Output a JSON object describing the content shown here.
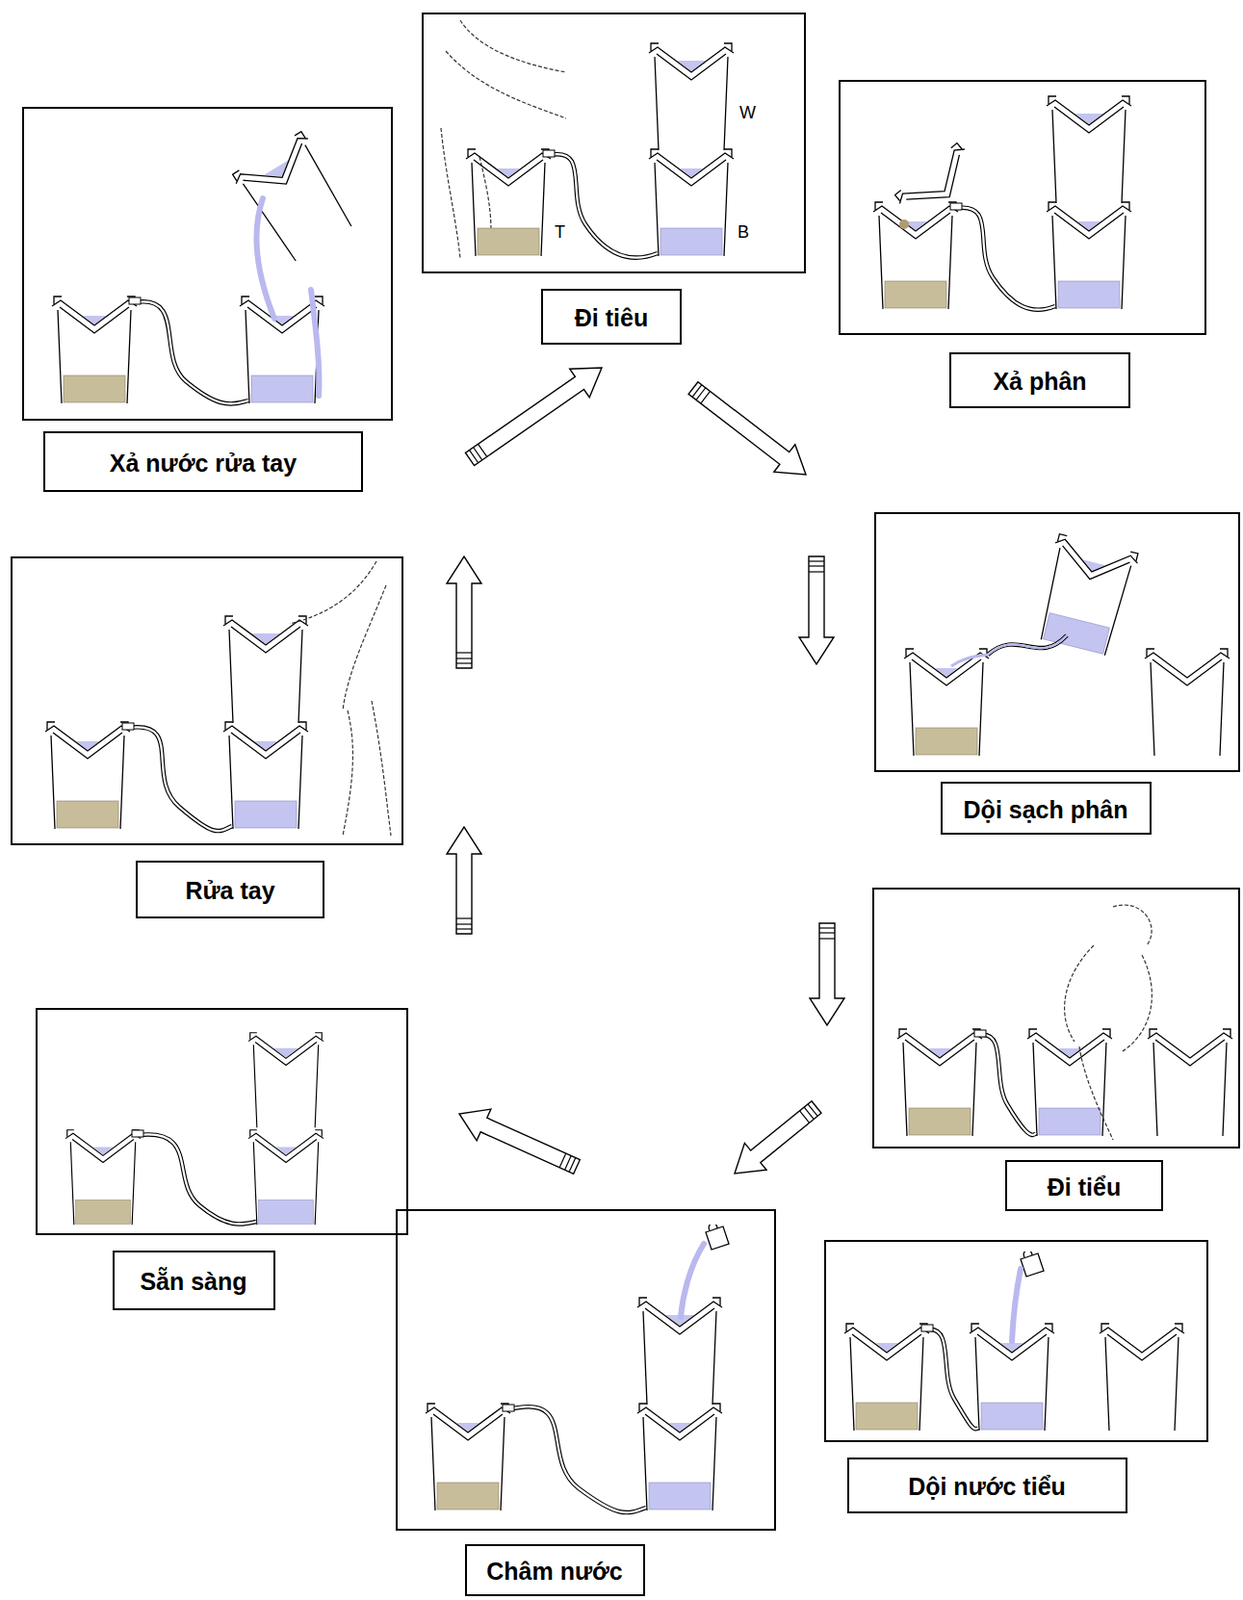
{
  "diagram": {
    "nodes": [
      {
        "text": [
          "Đi tiêu"
        ]
      },
      {
        "text": [
          "Xả phân"
        ]
      },
      {
        "text": [
          "Dội sạch phân"
        ]
      },
      {
        "text": [
          "Đi tiểu"
        ]
      },
      {
        "text": [
          "Dội nước tiểu"
        ]
      },
      {
        "text": [
          "Châm nước"
        ]
      },
      {
        "text": [
          "Sẵn sàng"
        ]
      },
      {
        "text": [
          "Rửa tay"
        ]
      },
      {
        "text": [
          "Xả nước rửa tay"
        ]
      }
    ],
    "edges": [
      {
        "from": 8,
        "to": 0,
        "arrow": "to"
      },
      {
        "from": 0,
        "to": 1,
        "arrow": "to"
      },
      {
        "from": 1,
        "to": 2,
        "arrow": "to"
      },
      {
        "from": 2,
        "to": 3,
        "arrow": "to"
      },
      {
        "from": 3,
        "to": 5,
        "arrow": "to"
      },
      {
        "from": 5,
        "to": 6,
        "arrow": "to"
      },
      {
        "from": 6,
        "to": 7,
        "arrow": "to"
      },
      {
        "from": 7,
        "to": 8,
        "arrow": "to"
      }
    ],
    "labels": [
      "W",
      "T",
      "B"
    ]
  }
}
